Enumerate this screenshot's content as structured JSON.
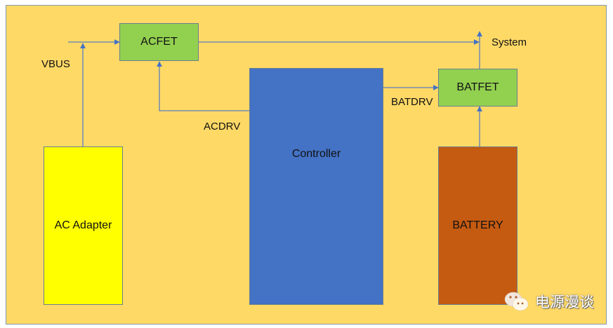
{
  "diagram": {
    "blocks": {
      "acfet": {
        "label": "ACFET",
        "color": "#92d050"
      },
      "batfet": {
        "label": "BATFET",
        "color": "#92d050"
      },
      "controller": {
        "label": "Controller",
        "color": "#4472c4"
      },
      "ac_adapter": {
        "label": "AC Adapter",
        "color": "#ffff00"
      },
      "battery": {
        "label": "BATTERY",
        "color": "#c55a11"
      }
    },
    "labels": {
      "vbus": "VBUS",
      "system": "System",
      "acdrv": "ACDRV",
      "batdrv": "BATDRV"
    },
    "background_color": "#ffd966",
    "wire_color": "#4472c4"
  },
  "watermark": {
    "icon": "wechat-icon",
    "text": "电源漫谈"
  }
}
